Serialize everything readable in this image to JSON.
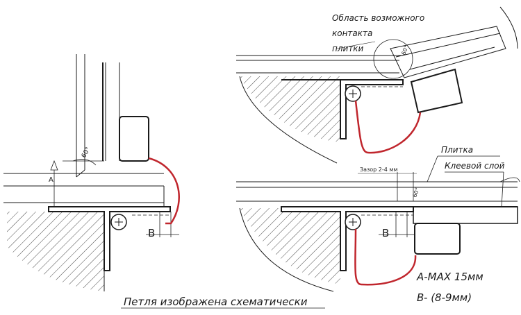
{
  "labels": {
    "contact_area_line1": "Область возможного",
    "contact_area_line2": "контакта",
    "contact_area_line3": "плитки",
    "tile": "Плитка",
    "glue_layer": "Клеевой слой",
    "gap": "Зазор 2-4 мм",
    "angle_top_left": "60°",
    "angle_top_right": "60°",
    "angle_bottom_right": "60°",
    "dim_b_left": "B",
    "dim_b_right": "B",
    "axis_a": "A",
    "caption": "Петля изображена схематически",
    "spec_a": "A-MAX 15мм",
    "spec_b": "B- (8-9мм)"
  },
  "colors": {
    "line": "#1a1a1a",
    "hinge_wire": "#c0262d"
  }
}
